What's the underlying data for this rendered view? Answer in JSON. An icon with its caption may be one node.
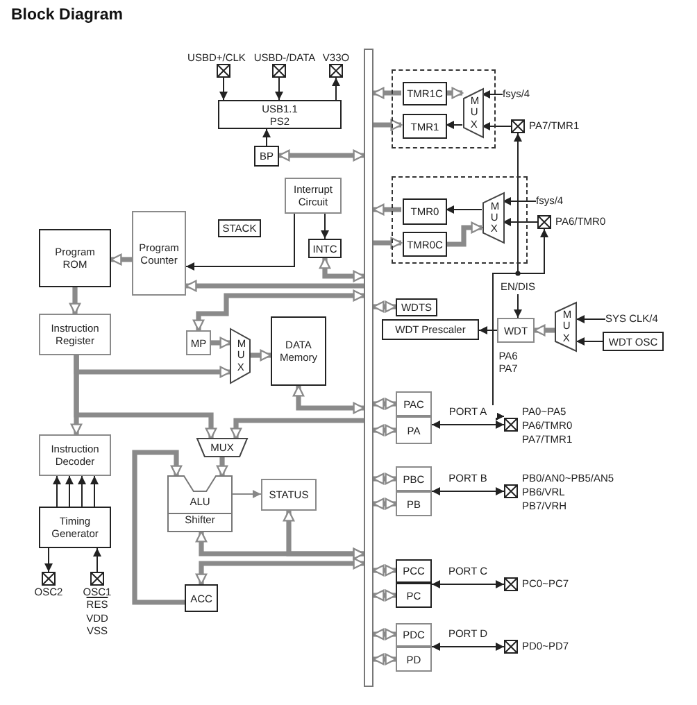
{
  "diagram": {
    "title": "Block Diagram",
    "nodes": [
      {
        "text": [
          "USB1.1 PS2"
        ]
      },
      {
        "text": [
          "USBD+/CLK"
        ]
      },
      {
        "text": [
          "USBD-/DATA"
        ]
      },
      {
        "text": [
          "V33O"
        ]
      },
      {
        "text": [
          "BP"
        ]
      },
      {
        "text": [
          "Interrupt Circuit"
        ]
      },
      {
        "text": [
          "STACK"
        ]
      },
      {
        "text": [
          "Program Counter"
        ]
      },
      {
        "text": [
          "Program ROM"
        ]
      },
      {
        "text": [
          "INTC"
        ]
      },
      {
        "text": [
          "Instruction Register"
        ]
      },
      {
        "text": [
          "MP"
        ]
      },
      {
        "text": [
          "MUX"
        ]
      },
      {
        "text": [
          "DATA Memory"
        ]
      },
      {
        "text": [
          "Instruction Decoder"
        ]
      },
      {
        "text": [
          "MUX"
        ]
      },
      {
        "text": [
          "ALU",
          "Shifter"
        ]
      },
      {
        "text": [
          "STATUS"
        ]
      },
      {
        "text": [
          "Timing Generator"
        ]
      },
      {
        "text": [
          "OSC2"
        ]
      },
      {
        "text": [
          "OSC1"
        ],
        "beside": [
          "RES",
          "VDD",
          "VSS"
        ]
      },
      {
        "text": [
          "ACC"
        ]
      },
      {
        "text": [],
        "shape": "box"
      },
      {
        "text": [
          "TMR1C"
        ],
        "in": 22
      },
      {
        "text": [
          "TMR1"
        ],
        "in": 22
      },
      {
        "text": [
          "MUX"
        ],
        "in": 22
      },
      {
        "text": [
          "fsys/4"
        ]
      },
      {
        "text": [
          "PA7/TMR1"
        ]
      },
      {
        "text": [],
        "shape": "box"
      },
      {
        "text": [
          "TMR0"
        ],
        "in": 28
      },
      {
        "text": [
          "TMR0C"
        ],
        "in": 28
      },
      {
        "text": [
          "MUX"
        ],
        "in": 28
      },
      {
        "text": [
          "fsys/4"
        ]
      },
      {
        "text": [
          "PA6/TMR0"
        ]
      },
      {
        "text": [
          "WDTS"
        ]
      },
      {
        "text": [
          "WDT Prescaler"
        ]
      },
      {
        "text": [
          "WDT"
        ]
      },
      {
        "text": [
          "MUX"
        ]
      },
      {
        "text": [
          "SYS CLK/4"
        ]
      },
      {
        "text": [
          "WDT OSC"
        ]
      },
      {
        "text": [
          "PAC"
        ]
      },
      {
        "text": [
          "PA"
        ]
      },
      {
        "text": [
          "PA0~PA5",
          "PA6/TMR0",
          "PA7/TMR1"
        ]
      },
      {
        "text": [
          "PBC"
        ]
      },
      {
        "text": [
          "PB"
        ]
      },
      {
        "text": [
          "PB0/AN0~PB5/AN5",
          "PB6/VRL",
          "PB7/VRH"
        ]
      },
      {
        "text": [
          "PCC"
        ]
      },
      {
        "text": [
          "PC"
        ]
      },
      {
        "text": [
          "PC0~PC7"
        ]
      },
      {
        "text": [
          "PDC"
        ]
      },
      {
        "text": [
          "PD"
        ]
      },
      {
        "text": [
          "PD0~PD7"
        ]
      },
      {
        "text": [],
        "shape": "bar"
      }
    ],
    "edges": [
      {
        "from": 1,
        "to": 0,
        "arrow": "to",
        "color": "#222222"
      },
      {
        "from": 2,
        "to": 0,
        "arrow": "to",
        "color": "#222222"
      },
      {
        "from": 0,
        "to": 3,
        "arrow": "to",
        "color": "#222222"
      },
      {
        "from": 4,
        "to": 0,
        "arrow": "to",
        "color": "#222222"
      },
      {
        "from": 52,
        "to": 4,
        "arrow": "both"
      },
      {
        "from": 5,
        "to": 9,
        "arrow": "to",
        "color": "#222222"
      },
      {
        "from": 5,
        "to": 7,
        "arrow": "to",
        "color": "#222222"
      },
      {
        "from": 7,
        "to": 8,
        "arrow": "to"
      },
      {
        "from": 9,
        "to": 52,
        "arrow": "both"
      },
      {
        "from": 52,
        "to": 7,
        "arrow": "to"
      },
      {
        "from": 8,
        "to": 10,
        "arrow": "to"
      },
      {
        "from": 52,
        "to": 11,
        "arrow": "both"
      },
      {
        "from": 11,
        "to": 12,
        "arrow": "to"
      },
      {
        "from": 10,
        "to": 12,
        "arrow": "to"
      },
      {
        "from": 12,
        "to": 13,
        "arrow": "to"
      },
      {
        "from": 13,
        "to": 52,
        "arrow": "both"
      },
      {
        "from": 10,
        "to": 14,
        "arrow": "to"
      },
      {
        "from": 10,
        "to": 15,
        "arrow": "to"
      },
      {
        "from": 52,
        "to": 15,
        "arrow": "to"
      },
      {
        "from": 15,
        "to": 16,
        "arrow": "to"
      },
      {
        "from": 21,
        "to": 16,
        "arrow": "to"
      },
      {
        "from": 16,
        "to": 17,
        "arrow": "to",
        "color": "#888888"
      },
      {
        "from": 17,
        "to": 52,
        "arrow": "both"
      },
      {
        "from": 16,
        "to": 52,
        "arrow": "both"
      },
      {
        "from": 21,
        "to": 52,
        "arrow": "both"
      },
      {
        "from": 18,
        "to": 14,
        "arrow": "to",
        "color": "#222222"
      },
      {
        "from": 18,
        "to": 14,
        "arrow": "to",
        "color": "#222222"
      },
      {
        "from": 18,
        "to": 14,
        "arrow": "to",
        "color": "#222222"
      },
      {
        "from": 18,
        "to": 14,
        "arrow": "to",
        "color": "#222222"
      },
      {
        "from": 18,
        "to": 19,
        "arrow": "to",
        "color": "#222222"
      },
      {
        "from": 20,
        "to": 18,
        "arrow": "to",
        "color": "#222222"
      },
      {
        "from": 23,
        "to": 25,
        "arrow": "to"
      },
      {
        "from": 25,
        "to": 24,
        "arrow": "to",
        "color": "#222222"
      },
      {
        "from": 26,
        "to": 25,
        "arrow": "to",
        "color": "#222222"
      },
      {
        "from": 27,
        "to": 25,
        "arrow": "to",
        "color": "#222222"
      },
      {
        "from": 23,
        "to": 52,
        "arrow": "to"
      },
      {
        "from": 52,
        "to": 24,
        "arrow": "to"
      },
      {
        "from": 31,
        "to": 29,
        "arrow": "to",
        "color": "#222222"
      },
      {
        "from": 32,
        "to": 31,
        "arrow": "to",
        "color": "#222222"
      },
      {
        "from": 33,
        "to": 31,
        "arrow": "to",
        "color": "#222222"
      },
      {
        "from": 30,
        "to": 31,
        "arrow": "to"
      },
      {
        "from": 29,
        "to": 52,
        "arrow": "to"
      },
      {
        "from": 52,
        "to": 30,
        "arrow": "to"
      },
      {
        "from": 42,
        "to": 27,
        "arrow": "both",
        "label": "PA6 PA7",
        "color": "#222222"
      },
      {
        "from": 42,
        "to": 33,
        "arrow": "both",
        "color": "#222222"
      },
      {
        "from": null,
        "to": 36,
        "arrow": "to",
        "label": "EN/DIS",
        "color": "#222222"
      },
      {
        "from": 52,
        "to": 34,
        "arrow": "both"
      },
      {
        "from": 36,
        "to": 35,
        "arrow": "to",
        "color": "#222222"
      },
      {
        "from": 37,
        "to": 36,
        "arrow": "to"
      },
      {
        "from": 38,
        "to": 37,
        "arrow": "to",
        "color": "#222222"
      },
      {
        "from": 39,
        "to": 37,
        "arrow": "to",
        "color": "#222222"
      },
      {
        "from": 40,
        "to": 52,
        "arrow": "both"
      },
      {
        "from": 41,
        "to": 52,
        "arrow": "both"
      },
      {
        "from": 41,
        "to": 42,
        "arrow": "both",
        "label": "PORT A",
        "color": "#222222"
      },
      {
        "from": 43,
        "to": 52,
        "arrow": "both"
      },
      {
        "from": 44,
        "to": 52,
        "arrow": "both"
      },
      {
        "from": 44,
        "to": 45,
        "arrow": "both",
        "label": "PORT B",
        "color": "#222222"
      },
      {
        "from": 46,
        "to": 52,
        "arrow": "both"
      },
      {
        "from": 47,
        "to": 52,
        "arrow": "both"
      },
      {
        "from": 47,
        "to": 48,
        "arrow": "both",
        "label": "PORT C",
        "color": "#222222"
      },
      {
        "from": 49,
        "to": 52,
        "arrow": "both"
      },
      {
        "from": 50,
        "to": 52,
        "arrow": "both"
      },
      {
        "from": 50,
        "to": 51,
        "arrow": "both",
        "label": "PORT D",
        "color": "#222222"
      }
    ]
  }
}
